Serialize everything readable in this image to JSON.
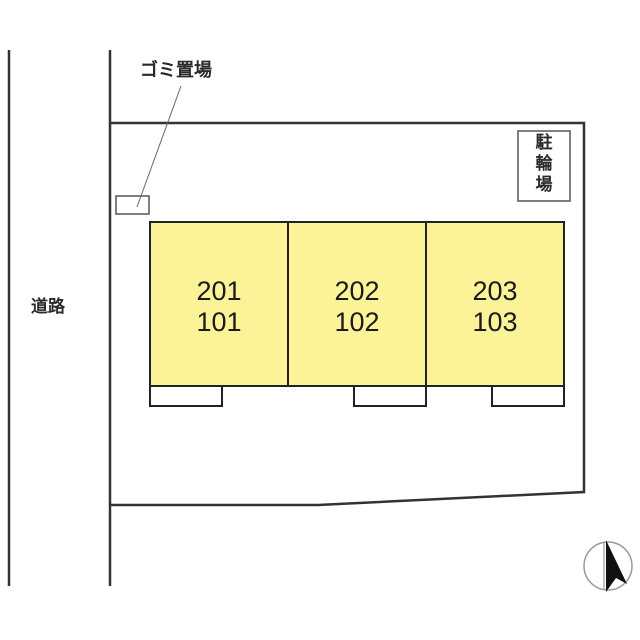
{
  "labels": {
    "garbage_area": "ゴミ置場",
    "bicycle_parking": [
      "駐",
      "輪",
      "場"
    ],
    "road": "道路"
  },
  "units": [
    {
      "upper": "201",
      "lower": "101"
    },
    {
      "upper": "202",
      "lower": "102"
    },
    {
      "upper": "203",
      "lower": "103"
    }
  ],
  "colors": {
    "unit_fill": "#fcf398",
    "line": "#333333"
  },
  "compass": {
    "icon": "north-arrow-icon"
  }
}
